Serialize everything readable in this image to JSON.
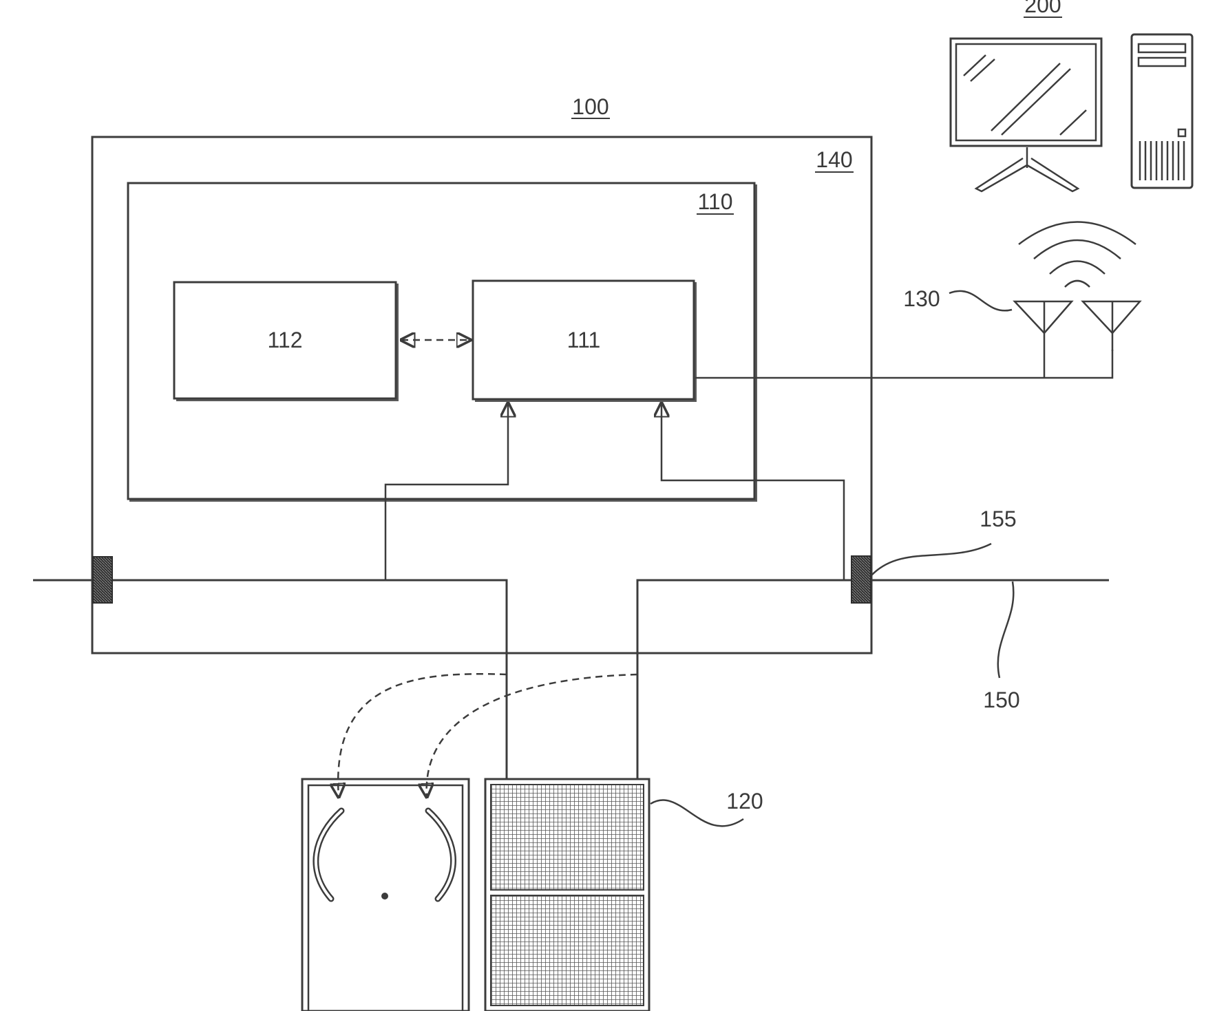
{
  "labels": {
    "device": "100",
    "housing": "140",
    "controller": "110",
    "memory_block": "112",
    "processor_block": "111",
    "antenna": "130",
    "connector": "155",
    "cable": "150",
    "panel": "120",
    "computer": "200"
  },
  "colors": {
    "line": "#3c3c3c",
    "fill_dark": "#2e2e2e"
  },
  "icons": {
    "computer": "desktop-computer-icon",
    "antenna": "antenna-icon",
    "wireless": "wireless-signal-icon",
    "sensor_pad": "sensor-pad-icon",
    "solar_panel": "solar-panel-icon"
  }
}
